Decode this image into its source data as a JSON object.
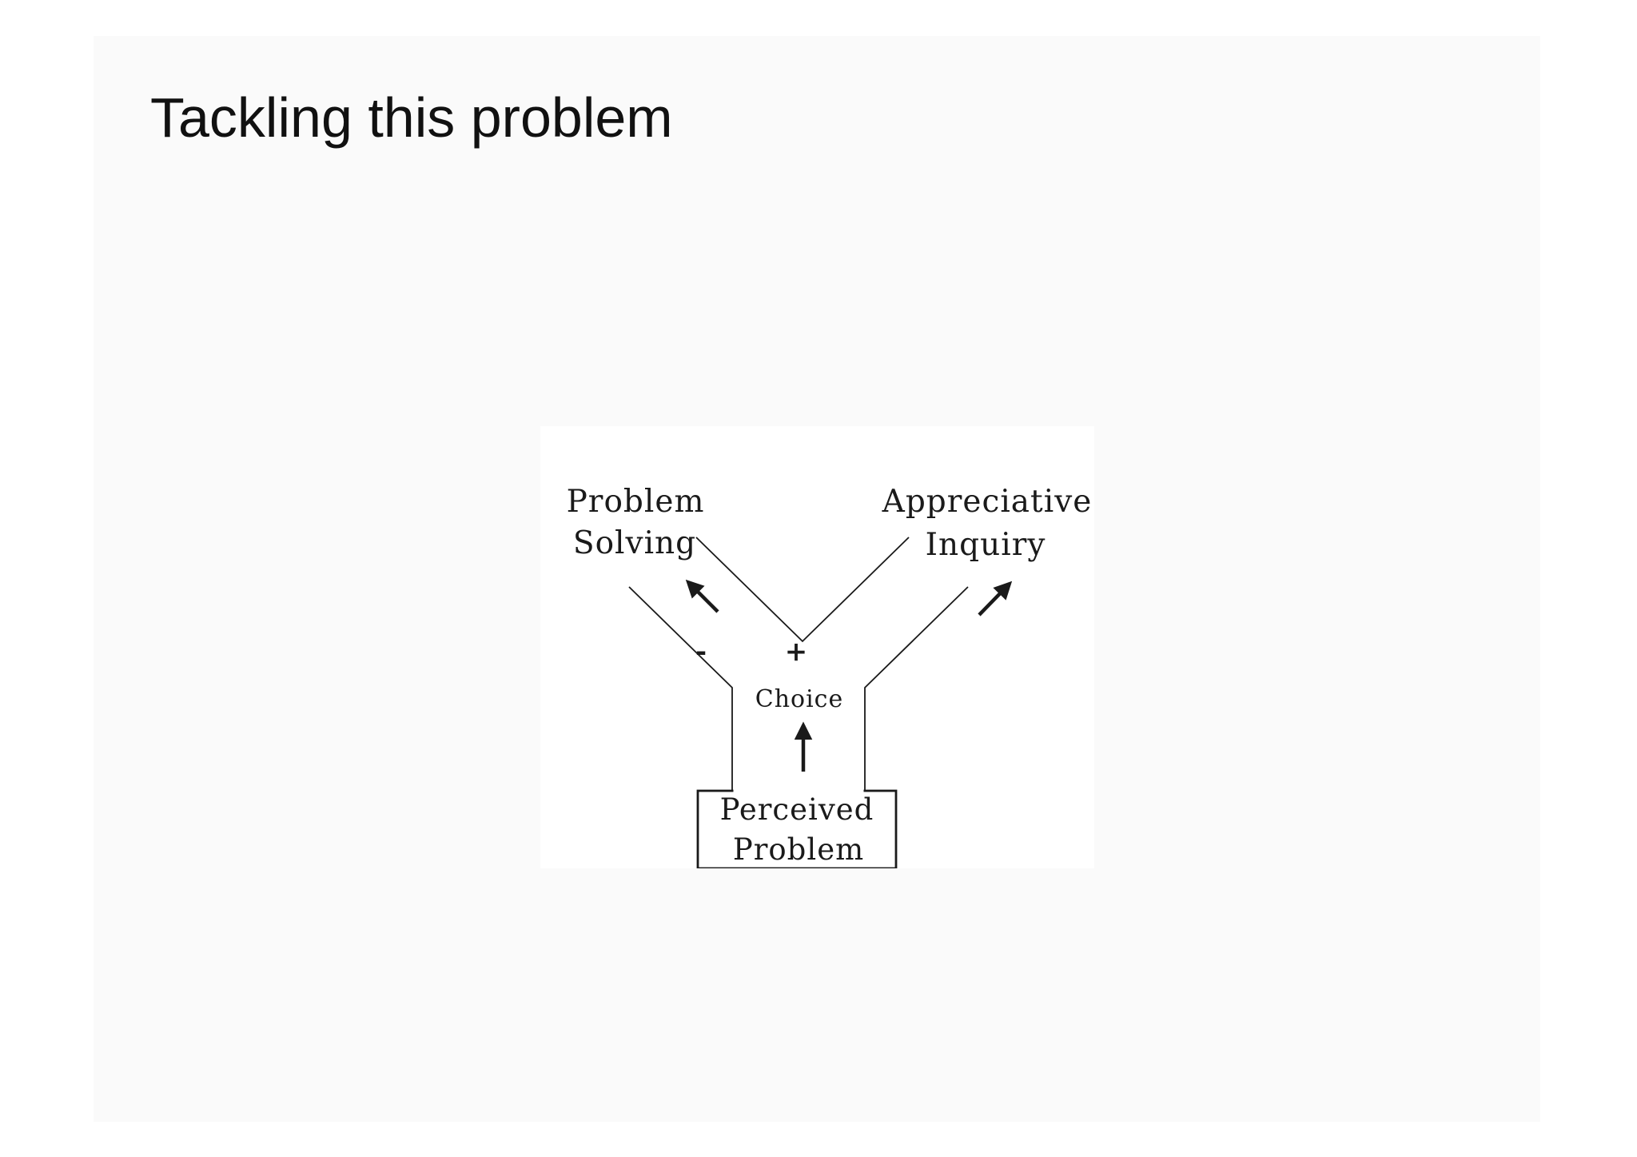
{
  "slide": {
    "title": "Tackling this problem"
  },
  "diagram": {
    "left_branch": {
      "line1": "Problem",
      "line2": "Solving",
      "sign": "-"
    },
    "right_branch": {
      "line1": "Appreciative",
      "line2": "Inquiry",
      "sign": "+"
    },
    "choice_label": "Choice",
    "base": {
      "line1": "Perceived",
      "line2": "Problem"
    },
    "colors": {
      "stroke": "#1a1a1a",
      "slide_background": "#fafafa",
      "figure_background": "#ffffff"
    }
  }
}
